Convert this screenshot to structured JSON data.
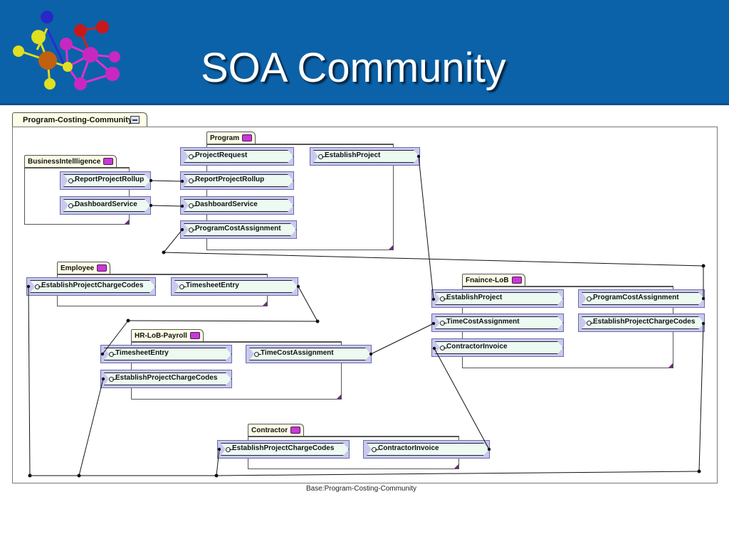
{
  "slide": {
    "title": "SOA Community",
    "caption": "Base:Program-Costing-Community"
  },
  "diagram": {
    "tab_label": "Program-Costing-Community"
  },
  "packages": {
    "program": {
      "label": "Program",
      "services": [
        "ProjectRequest",
        "EstablishProject",
        "ReportProjectRollup",
        "DashboardService",
        "ProgramCostAssignment"
      ]
    },
    "bi": {
      "label": "BusinessIntellligence",
      "services": [
        "ReportProjectRollup",
        "DashboardService"
      ]
    },
    "employee": {
      "label": "Employee",
      "services": [
        "EstablishProjectChargeCodes",
        "TimesheetEntry"
      ]
    },
    "finance": {
      "label": "Fnaince-LoB",
      "services": [
        "EstablishProject",
        "ProgramCostAssignment",
        "TimeCostAssignment",
        "EstablishProjectChargeCodes",
        "ContractorInvoice"
      ]
    },
    "hr": {
      "label": "HR-LoB-Payroll",
      "services": [
        "TimesheetEntry",
        "TimeCostAssignment",
        "EstablishProjectChargeCodes"
      ]
    },
    "contractor": {
      "label": "Contractor",
      "services": [
        "EstablishProjectChargeCodes",
        "ContractorInvoice"
      ]
    }
  },
  "colors": {
    "banner": "#0b62a8",
    "package_icon": "#c63ad6",
    "service_fill": "#ecfaf2",
    "service_port": "#c9c9ef"
  }
}
